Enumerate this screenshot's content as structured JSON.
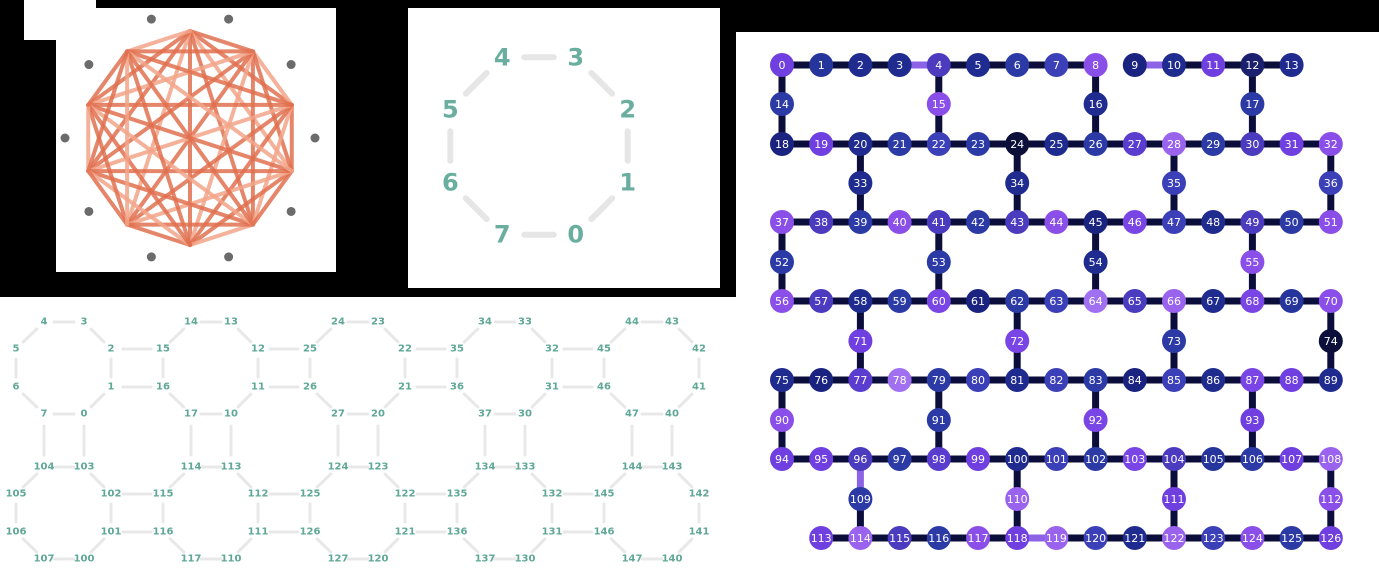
{
  "colors": {
    "background": "#000000",
    "panel": "#ffffff",
    "complete_edge": "#e0704f",
    "complete_edge_light": "#f2a48a",
    "complete_dot": "#6b6b6b",
    "ring_label": "#6aaea0",
    "ring_edge": "#e6e6e6",
    "oct_label": "#5fa896",
    "oct_edge": "#e8e8e8",
    "hh_edge": "#0b0d3a",
    "hh_edge_highlight": "#8c63e6",
    "hh_text": "#ffffff"
  },
  "complete_graph": {
    "node_count": 10
  },
  "ring": {
    "labels": [
      "0",
      "1",
      "2",
      "3",
      "4",
      "5",
      "6",
      "7"
    ]
  },
  "octagon_grid": {
    "labels": [
      "0",
      "1",
      "2",
      "3",
      "4",
      "5",
      "6",
      "7",
      "10",
      "11",
      "12",
      "13",
      "14",
      "15",
      "16",
      "17",
      "20",
      "21",
      "22",
      "23",
      "24",
      "25",
      "26",
      "27",
      "30",
      "31",
      "32",
      "33",
      "34",
      "35",
      "36",
      "37",
      "40",
      "41",
      "42",
      "43",
      "44",
      "45",
      "46",
      "47",
      "100",
      "101",
      "102",
      "103",
      "104",
      "105",
      "106",
      "107",
      "110",
      "111",
      "112",
      "113",
      "114",
      "115",
      "116",
      "117",
      "120",
      "121",
      "122",
      "123",
      "124",
      "125",
      "126",
      "127",
      "130",
      "131",
      "132",
      "133",
      "134",
      "135",
      "136",
      "137",
      "140",
      "141",
      "142",
      "143",
      "144",
      "145",
      "146",
      "147"
    ]
  },
  "heavy_hex": {
    "labels": [
      "0",
      "1",
      "2",
      "3",
      "4",
      "5",
      "6",
      "7",
      "8",
      "9",
      "10",
      "11",
      "12",
      "13",
      "14",
      "15",
      "16",
      "17",
      "18",
      "19",
      "20",
      "21",
      "22",
      "23",
      "24",
      "25",
      "26",
      "27",
      "28",
      "29",
      "30",
      "31",
      "32",
      "33",
      "34",
      "35",
      "36",
      "37",
      "38",
      "39",
      "40",
      "41",
      "42",
      "43",
      "44",
      "45",
      "46",
      "47",
      "48",
      "49",
      "50",
      "51",
      "52",
      "53",
      "54",
      "55",
      "56",
      "57",
      "58",
      "59",
      "60",
      "61",
      "62",
      "63",
      "64",
      "65",
      "66",
      "67",
      "68",
      "69",
      "70",
      "71",
      "72",
      "73",
      "74",
      "75",
      "76",
      "77",
      "78",
      "79",
      "80",
      "81",
      "82",
      "83",
      "84",
      "85",
      "86",
      "87",
      "88",
      "89",
      "90",
      "91",
      "92",
      "93",
      "94",
      "95",
      "96",
      "97",
      "98",
      "99",
      "100",
      "101",
      "102",
      "103",
      "104",
      "105",
      "106",
      "107",
      "108",
      "109",
      "110",
      "111",
      "112",
      "113",
      "114",
      "115",
      "116",
      "117",
      "118",
      "119",
      "120",
      "121",
      "122",
      "123",
      "124",
      "125",
      "126"
    ],
    "node_colors": {
      "0": "#6f3fe0",
      "1": "#26359c",
      "2": "#1f2b8e",
      "3": "#1f2b8e",
      "4": "#4a3bbf",
      "5": "#1f2b8e",
      "6": "#2c3aa6",
      "7": "#3b3fb8",
      "8": "#8a4fe8",
      "9": "#1a2480",
      "10": "#1f2b8e",
      "11": "#6f3fe0",
      "12": "#1a1f6e",
      "13": "#1f2b8e",
      "14": "#2c3aa6",
      "15": "#8a4fe8",
      "16": "#1f2b8e",
      "17": "#2c3aa6",
      "18": "#1a2480",
      "19": "#6f3fe0",
      "20": "#1f2b8e",
      "21": "#2c3aa6",
      "22": "#3b3fb8",
      "23": "#2c3aa6",
      "24": "#0b0f3a",
      "25": "#1f2b8e",
      "26": "#2c3aa6",
      "27": "#5a3dcf",
      "28": "#9a63ee",
      "29": "#2c3aa6",
      "30": "#4a3bbf",
      "31": "#6f3fe0",
      "32": "#8a4fe8",
      "33": "#1f2b8e",
      "34": "#1f2b8e",
      "35": "#3b3fb8",
      "36": "#3b3fb8",
      "37": "#8a4fe8",
      "38": "#4a3bbf",
      "39": "#2c3aa6",
      "40": "#8a4fe8",
      "41": "#4a3bbf",
      "42": "#2c3aa6",
      "43": "#4a3bbf",
      "44": "#8a4fe8",
      "45": "#1a2480",
      "46": "#7a45e5",
      "47": "#3b3fb8",
      "48": "#1f2b8e",
      "49": "#4a3bbf",
      "50": "#2c3aa6",
      "51": "#8a4fe8",
      "52": "#2c3aa6",
      "53": "#2c3aa6",
      "54": "#1f2b8e",
      "55": "#8a4fe8",
      "56": "#8a4fe8",
      "57": "#4a3bbf",
      "58": "#1f2b8e",
      "59": "#2c3aa6",
      "60": "#7a45e5",
      "61": "#1a2480",
      "62": "#2c3aa6",
      "63": "#3b3fb8",
      "64": "#a070f0",
      "65": "#4a3bbf",
      "66": "#9a63ee",
      "67": "#1f2b8e",
      "68": "#7a45e5",
      "69": "#26359c",
      "70": "#8a4fe8",
      "71": "#6f3fe0",
      "72": "#7a45e5",
      "73": "#2c3aa6",
      "74": "#0b0f3a",
      "75": "#1f2b8e",
      "76": "#1a2480",
      "77": "#5a3dcf",
      "78": "#a070f0",
      "79": "#2c3aa6",
      "80": "#3b3fb8",
      "81": "#1f2b8e",
      "82": "#3b3fb8",
      "83": "#2c3aa6",
      "84": "#1a2480",
      "85": "#3b3fb8",
      "86": "#1f2b8e",
      "87": "#7a45e5",
      "88": "#6f3fe0",
      "89": "#1f2b8e",
      "90": "#8a4fe8",
      "91": "#2c3aa6",
      "92": "#7a45e5",
      "93": "#6f3fe0",
      "94": "#6f3fe0",
      "95": "#6f3fe0",
      "96": "#4a3bbf",
      "97": "#2c3aa6",
      "98": "#5a3dcf",
      "99": "#6f3fe0",
      "100": "#1f2b8e",
      "101": "#3b3fb8",
      "102": "#2c3aa6",
      "103": "#7a45e5",
      "104": "#4a3bbf",
      "105": "#26359c",
      "106": "#2c3aa6",
      "107": "#6f3fe0",
      "108": "#9a63ee",
      "109": "#2c3aa6",
      "110": "#9a63ee",
      "111": "#6f3fe0",
      "112": "#8a4fe8",
      "113": "#6f3fe0",
      "114": "#9a63ee",
      "115": "#4a3bbf",
      "116": "#2c3aa6",
      "117": "#8a4fe8",
      "118": "#6f3fe0",
      "119": "#9a63ee",
      "120": "#3b3fb8",
      "121": "#1f2b8e",
      "122": "#9a63ee",
      "123": "#3b3fb8",
      "124": "#8a4fe8",
      "125": "#2c3aa6",
      "126": "#6f3fe0"
    },
    "highlight_edges": [
      [
        "3",
        "4"
      ],
      [
        "9",
        "10"
      ],
      [
        "96",
        "109"
      ],
      [
        "118",
        "119"
      ]
    ]
  }
}
